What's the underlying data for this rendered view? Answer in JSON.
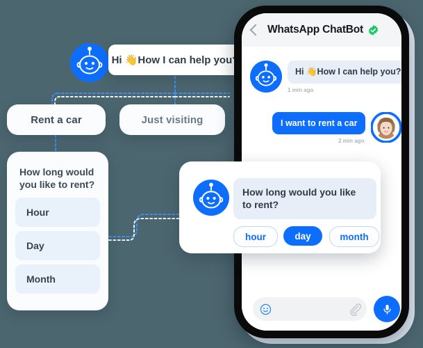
{
  "theme": {
    "background": "#4c666f",
    "accent_blue": "#0d6efd",
    "bubble_bot": "#e8eef8",
    "card_bg": "#fbfcfe",
    "verified_green": "#17c964",
    "connector": "#3f8df5"
  },
  "flow": {
    "greeting": {
      "text": "Hi 👋How I can help you?"
    },
    "choices": [
      {
        "label": "Rent a car",
        "style": "primary"
      },
      {
        "label": "Just visiting",
        "style": "muted"
      }
    ],
    "question_card": {
      "question": "How long would you like to rent?",
      "options": [
        {
          "label": "Hour"
        },
        {
          "label": "Day"
        },
        {
          "label": "Month"
        }
      ]
    }
  },
  "phone": {
    "header": {
      "back_icon": "chevron-left-icon",
      "title": "WhatsApp ChatBot",
      "verified_icon": "verified-badge-icon"
    },
    "messages": [
      {
        "sender": "bot",
        "avatar": "bot-avatar",
        "text": "Hi 👋How I can help you?",
        "time": "1 min ago"
      },
      {
        "sender": "user",
        "avatar": "user-avatar",
        "text": "I want to rent a car",
        "time": "2 min ago"
      }
    ],
    "quick_reply_card": {
      "avatar": "bot-avatar",
      "question": "How long would you like to rent?",
      "pills": [
        {
          "label": "hour",
          "selected": false
        },
        {
          "label": "day",
          "selected": true
        },
        {
          "label": "month",
          "selected": false
        }
      ]
    },
    "input_bar": {
      "emoji_icon": "smiley-icon",
      "attach_icon": "paperclip-icon",
      "mic_icon": "microphone-icon",
      "placeholder": ""
    }
  }
}
